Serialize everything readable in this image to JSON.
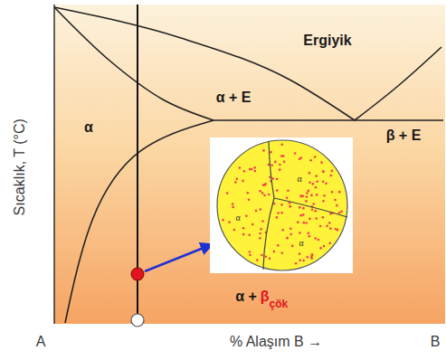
{
  "diagram": {
    "labels": [
      "Ergiyik",
      "α + E",
      "β + E",
      "α",
      "α",
      "α",
      "α",
      "α +",
      "β",
      "çök",
      "Sıcaklık, T (°C)",
      "A",
      "% Alaşım B →",
      "B"
    ]
  }
}
